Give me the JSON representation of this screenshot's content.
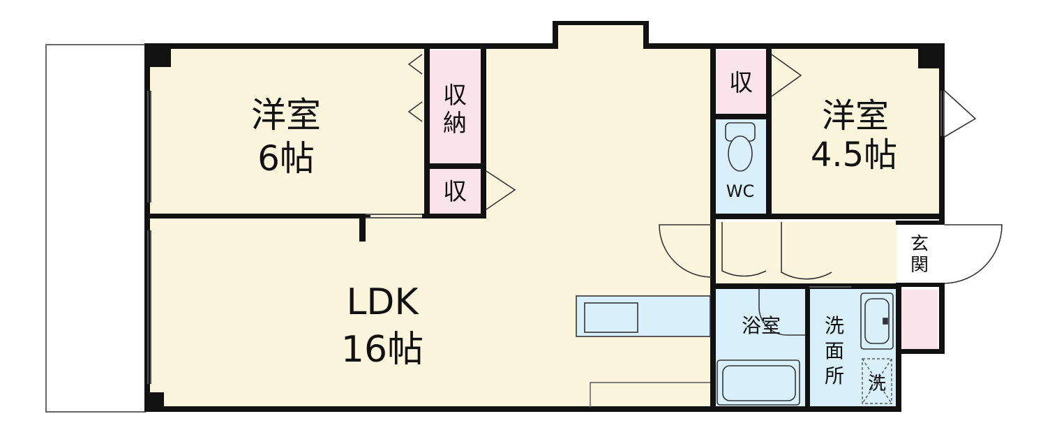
{
  "colors": {
    "room": "#fbf5de",
    "storage": "#fbe3ec",
    "wet": "#d9f0fb",
    "wall": "#111111",
    "balcony": "#ffffff"
  },
  "rooms": {
    "western_a": {
      "name": "洋室",
      "size": "6帖"
    },
    "western_b": {
      "name": "洋室",
      "size": "4.5帖"
    },
    "ldk": {
      "name": "LDK",
      "size": "16帖"
    },
    "storage_large": {
      "line1": "収",
      "line2": "納"
    },
    "storage_small_a": {
      "name": "収"
    },
    "storage_small_b": {
      "name": "収"
    },
    "wc": {
      "name": "WC"
    },
    "entrance": {
      "line1": "玄",
      "line2": "関"
    },
    "bathroom": {
      "name": "浴室"
    },
    "washroom": {
      "line1": "洗",
      "line2": "面",
      "line3": "所"
    },
    "washer": {
      "name": "洗"
    }
  }
}
